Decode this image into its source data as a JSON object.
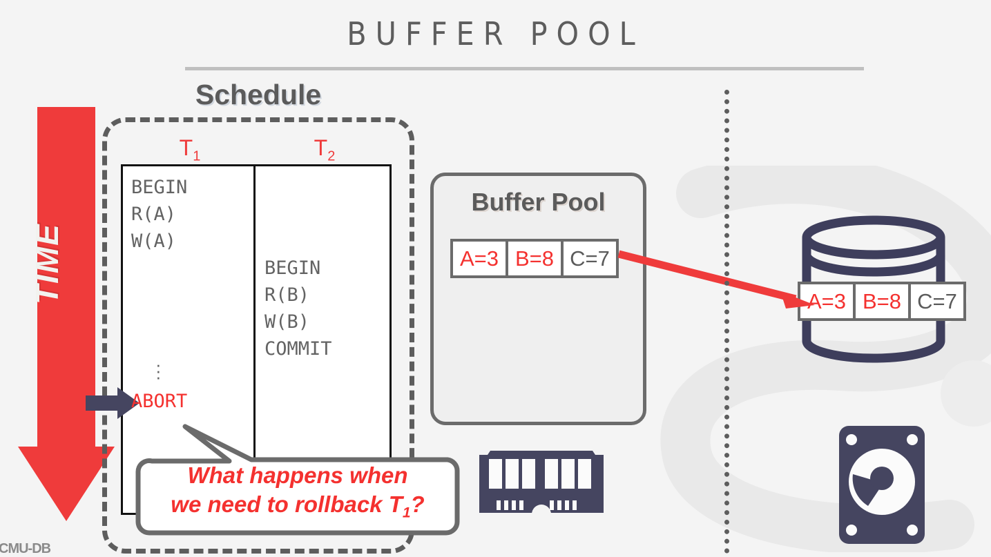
{
  "header": {
    "title": "BUFFER POOL"
  },
  "time_axis": {
    "label": "TIME",
    "direction": "down",
    "color": "#ef3b3b"
  },
  "schedule": {
    "title": "Schedule",
    "transactions": [
      {
        "name": "T",
        "subscript": "1",
        "label": "T1",
        "operations": [
          "BEGIN",
          "R(A)",
          "W(A)"
        ],
        "ellipsis": "⋮",
        "terminal_op": "ABORT",
        "terminal_color": "#f4312f"
      },
      {
        "name": "T",
        "subscript": "2",
        "label": "T2",
        "operations": [
          "BEGIN",
          "R(B)",
          "W(B)",
          "COMMIT"
        ],
        "terminal_op": "",
        "terminal_color": "#636363"
      }
    ],
    "pointer_icon": "right-arrow-icon"
  },
  "callout": {
    "line1": "What happens when",
    "line2_prefix": "we need to rollback T",
    "line2_subscript": "1",
    "line2_suffix": "?",
    "color": "#f4312f"
  },
  "buffer_pool": {
    "title": "Buffer Pool",
    "pages": [
      {
        "label": "A=3",
        "state": "dirty"
      },
      {
        "label": "B=8",
        "state": "dirty"
      },
      {
        "label": "C=7",
        "state": "clean"
      }
    ]
  },
  "disk": {
    "icon": "database-cylinder-icon",
    "storage_icon": "hard-drive-icon",
    "pages": [
      {
        "label": "A=3",
        "state": "dirty"
      },
      {
        "label": "B=8",
        "state": "dirty"
      },
      {
        "label": "C=7",
        "state": "clean"
      }
    ]
  },
  "memory": {
    "icon": "ram-stick-icon"
  },
  "flow_arrow": {
    "from": "buffer-pool",
    "to": "disk",
    "color": "#ef3b3b"
  },
  "colors": {
    "background": "#f4f4f4",
    "accent_red": "#ef3b3b",
    "text_red": "#f4312f",
    "gray_text": "#5b5b5b",
    "mono_gray": "#636363",
    "navy": "#454560",
    "border_gray": "#6b6b6b"
  },
  "footer": {
    "logo": "CMU-DB"
  }
}
